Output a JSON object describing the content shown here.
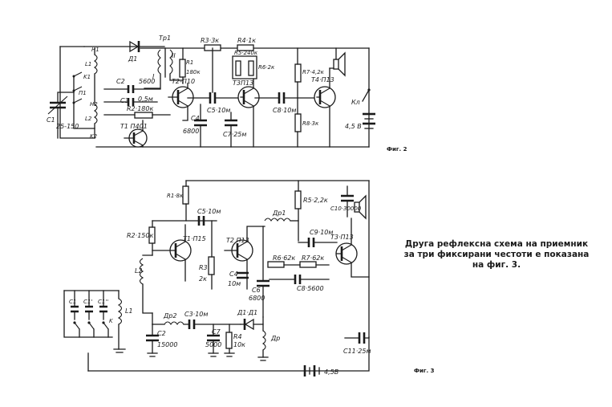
{
  "fig2": {
    "caption": "Фиг. 2",
    "labels": {
      "L1": "L1",
      "L2": "L2",
      "K1": "K1",
      "K2": "K2",
      "P1": "П1",
      "H1": "H1",
      "H2": "H2",
      "C1": "C1",
      "C1v": "25-150",
      "D1": "Д1",
      "Tr1": "Tp1",
      "I": "I",
      "II": "II",
      "C2": "C2",
      "C2v": "5600",
      "C3": "C3",
      "C3v": "0,5м",
      "R1": "R1",
      "R1v": "180к",
      "R2": "R2·180к",
      "T1": "T1 П401",
      "T2": "T2-П10",
      "C4": "C4",
      "C4v": "6800",
      "R3": "R3·3к",
      "R4": "R4·1к",
      "R5": "R5·240к",
      "R6": "R6·2к",
      "T3": "T3П13",
      "C5": "C5·10м",
      "C7": "C7·25м",
      "R7": "R7·4,2к",
      "R8": "R8·3к",
      "C8": "C8·10м",
      "T4": "T4·П13",
      "Kn": "Кл",
      "batt": "4,5 В"
    }
  },
  "fig3": {
    "caption": "Фиг. 3",
    "labels": {
      "R1": "R1·8к",
      "R2": "R2·150к",
      "R3": "R3",
      "R3v": "2к",
      "C5": "C5·10м",
      "T1": "T1·П15",
      "T2": "T2 П13",
      "C4": "C4",
      "C4v": "10м",
      "C6": "C6",
      "C6v": "6800",
      "Dr1": "Др1",
      "R5": "R5·2,2к",
      "C10": "C10·30000",
      "C9": "C9·10м",
      "R6": "R6·62к",
      "R7": "R7·62к",
      "C8": "C8·5600",
      "T3": "T3·П13",
      "L2": "L2",
      "L1": "L1",
      "C1": "C1",
      "C1b": "C1'",
      "C1c": "C1''",
      "K": "K",
      "Dr2": "Др2",
      "C2": "C2",
      "C2v": "15000",
      "C3": "C3·10м",
      "C7": "C7",
      "C7v": "5000",
      "R4": "R4",
      "R4v": "10к",
      "D1": "Д1·Д1",
      "Dr": "Др",
      "C11": "C11·25м",
      "batt": "4,5В"
    }
  },
  "description": [
    "Друга рефлексна схема на  приемник",
    "за три фиксирани честоти е показана",
    "на фиг. 3."
  ]
}
